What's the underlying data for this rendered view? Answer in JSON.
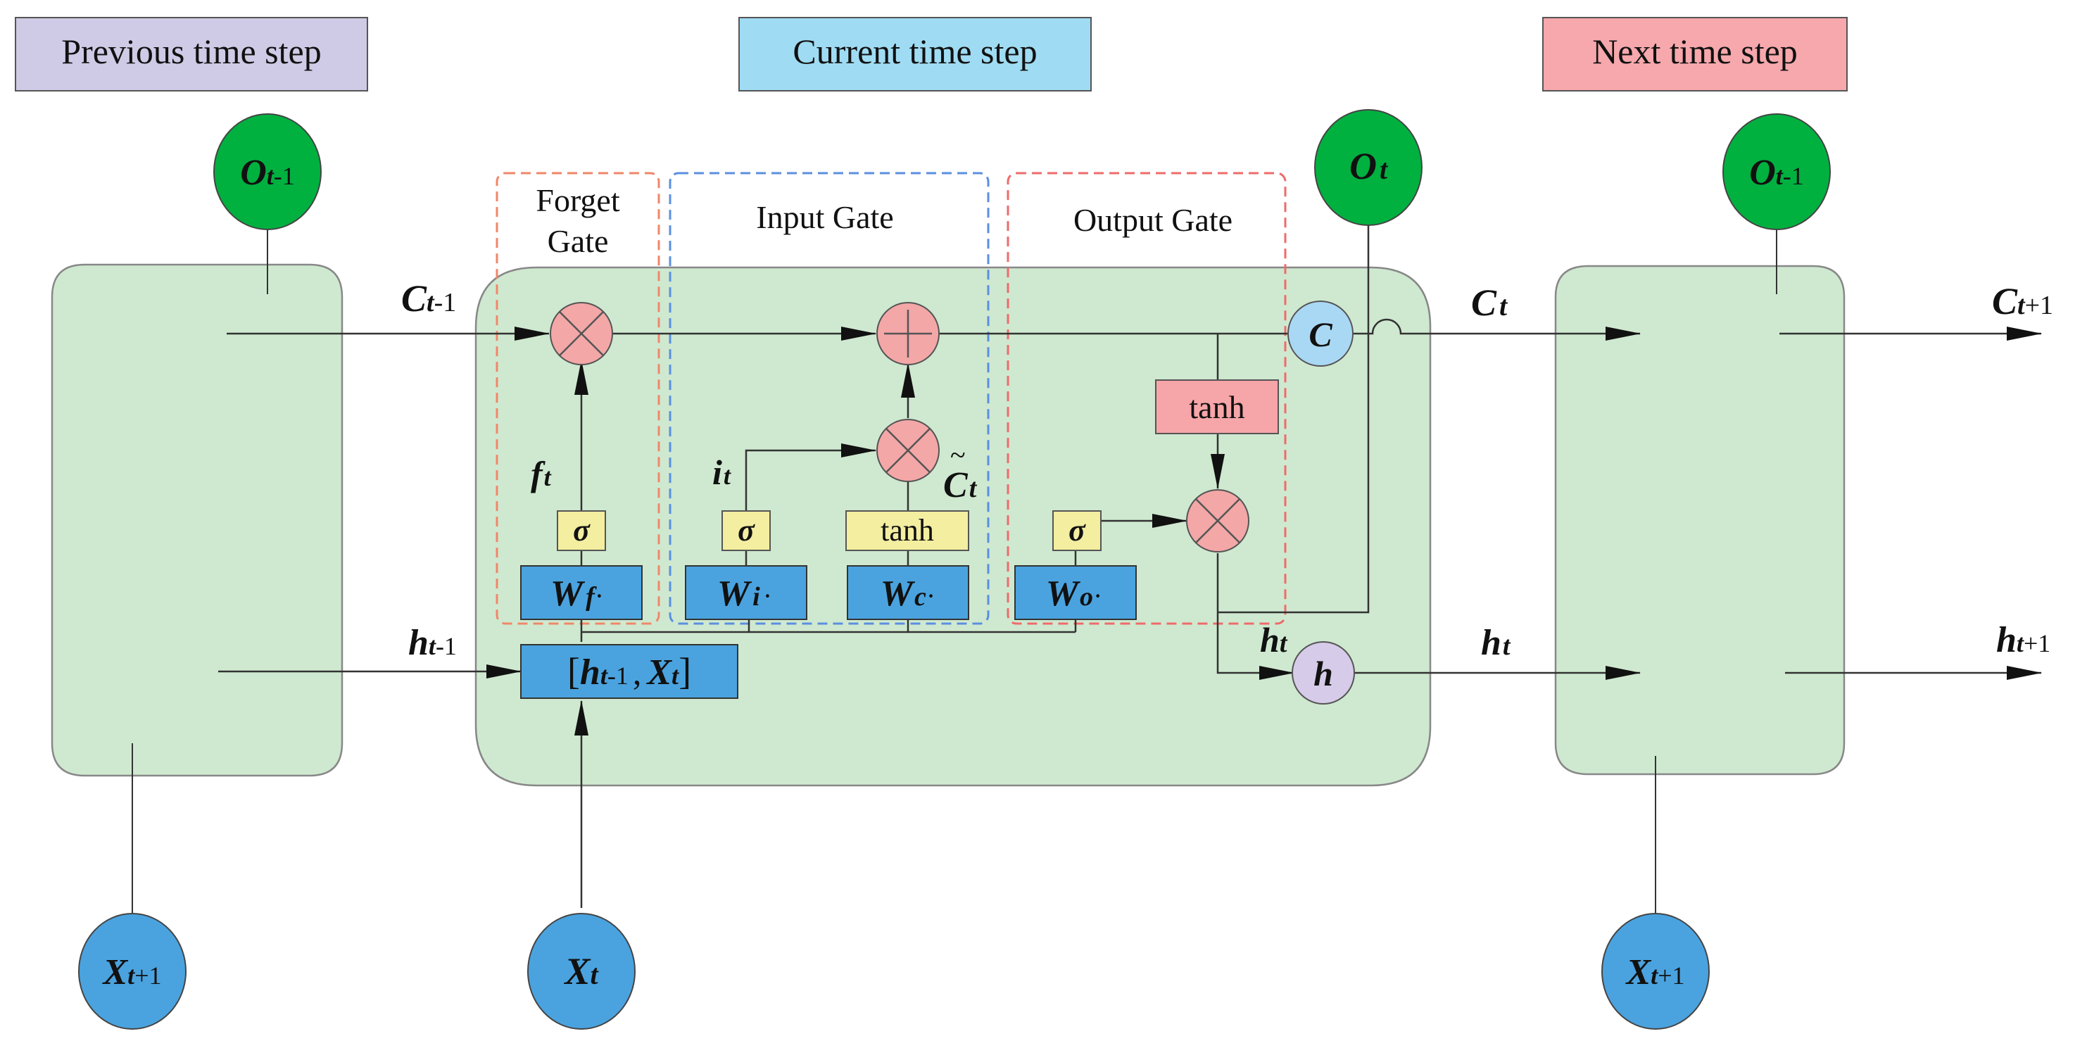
{
  "headers": {
    "previous": "Previous time step",
    "current": "Current time step",
    "next": "Next time step"
  },
  "gates": {
    "forget_line1": "Forget",
    "forget_line2": "Gate",
    "input": "Input Gate",
    "output": "Output Gate"
  },
  "nodes": {
    "o_prev": {
      "base": "O",
      "sub": "t",
      "tail": "-1"
    },
    "o_curr": {
      "base": "O",
      "sub": "t",
      "tail": ""
    },
    "o_next": {
      "base": "O",
      "sub": "t",
      "tail": "-1"
    },
    "x_prev": {
      "base": "X",
      "sub": "t",
      "tail": "+1"
    },
    "x_curr": {
      "base": "X",
      "sub": "t",
      "tail": ""
    },
    "x_next": {
      "base": "X",
      "sub": "t",
      "tail": "+1"
    },
    "c_node": "C",
    "h_node": "h",
    "multiply_symbol": "×",
    "add_symbol": "+"
  },
  "signals": {
    "c_prev": {
      "base": "C",
      "sub": "t",
      "tail": "-1"
    },
    "c_t": {
      "base": "C",
      "sub": "t",
      "tail": ""
    },
    "c_next": {
      "base": "C",
      "sub": "t",
      "tail": "+1"
    },
    "h_prev": {
      "base": "h",
      "sub": "t",
      "tail": "-1"
    },
    "h_t_out": {
      "base": "h",
      "sub": "t",
      "tail": ""
    },
    "h_t_inner": {
      "base": "h",
      "sub": "t",
      "tail": ""
    },
    "h_next": {
      "base": "h",
      "sub": "t",
      "tail": "+1"
    },
    "f_t": {
      "base": "f",
      "sub": "t"
    },
    "i_t": {
      "base": "i",
      "sub": "t"
    },
    "c_tilde": {
      "base": "C",
      "sub": "t",
      "tilde": "~"
    }
  },
  "boxes": {
    "sigma": "σ",
    "tanh": "tanh",
    "w_f": {
      "base": "W",
      "sub": "f",
      "dot": "·"
    },
    "w_i": {
      "base": "W",
      "sub": "i",
      "dot": "·"
    },
    "w_c": {
      "base": "W",
      "sub": "c",
      "dot": "·"
    },
    "w_o": {
      "base": "W",
      "sub": "o",
      "dot": "·"
    },
    "concat": {
      "open": "[",
      "h": "h",
      "h_sub": "t",
      "h_tail": "-1",
      "comma": ",",
      "x": "X",
      "x_sub": "t",
      "close": "]"
    }
  },
  "colors": {
    "cell_fill": "#cfe9d0",
    "cell_stroke": "#888888",
    "output_node": "#00b140",
    "input_node": "#4aa3df",
    "op_node": "#f4a7a7",
    "c_node": "#a9d8f5",
    "h_node": "#d6cbe8",
    "sigma_box": "#f3eea0",
    "w_box": "#4aa3df",
    "tanh_pink": "#f6a5a8",
    "forget_border": "#f0876a",
    "input_border": "#5b8fe0",
    "output_border": "#ef6b6b",
    "header_prev": "#cfcbe6",
    "header_curr": "#9fdcf3",
    "header_next": "#f6a8ac"
  }
}
